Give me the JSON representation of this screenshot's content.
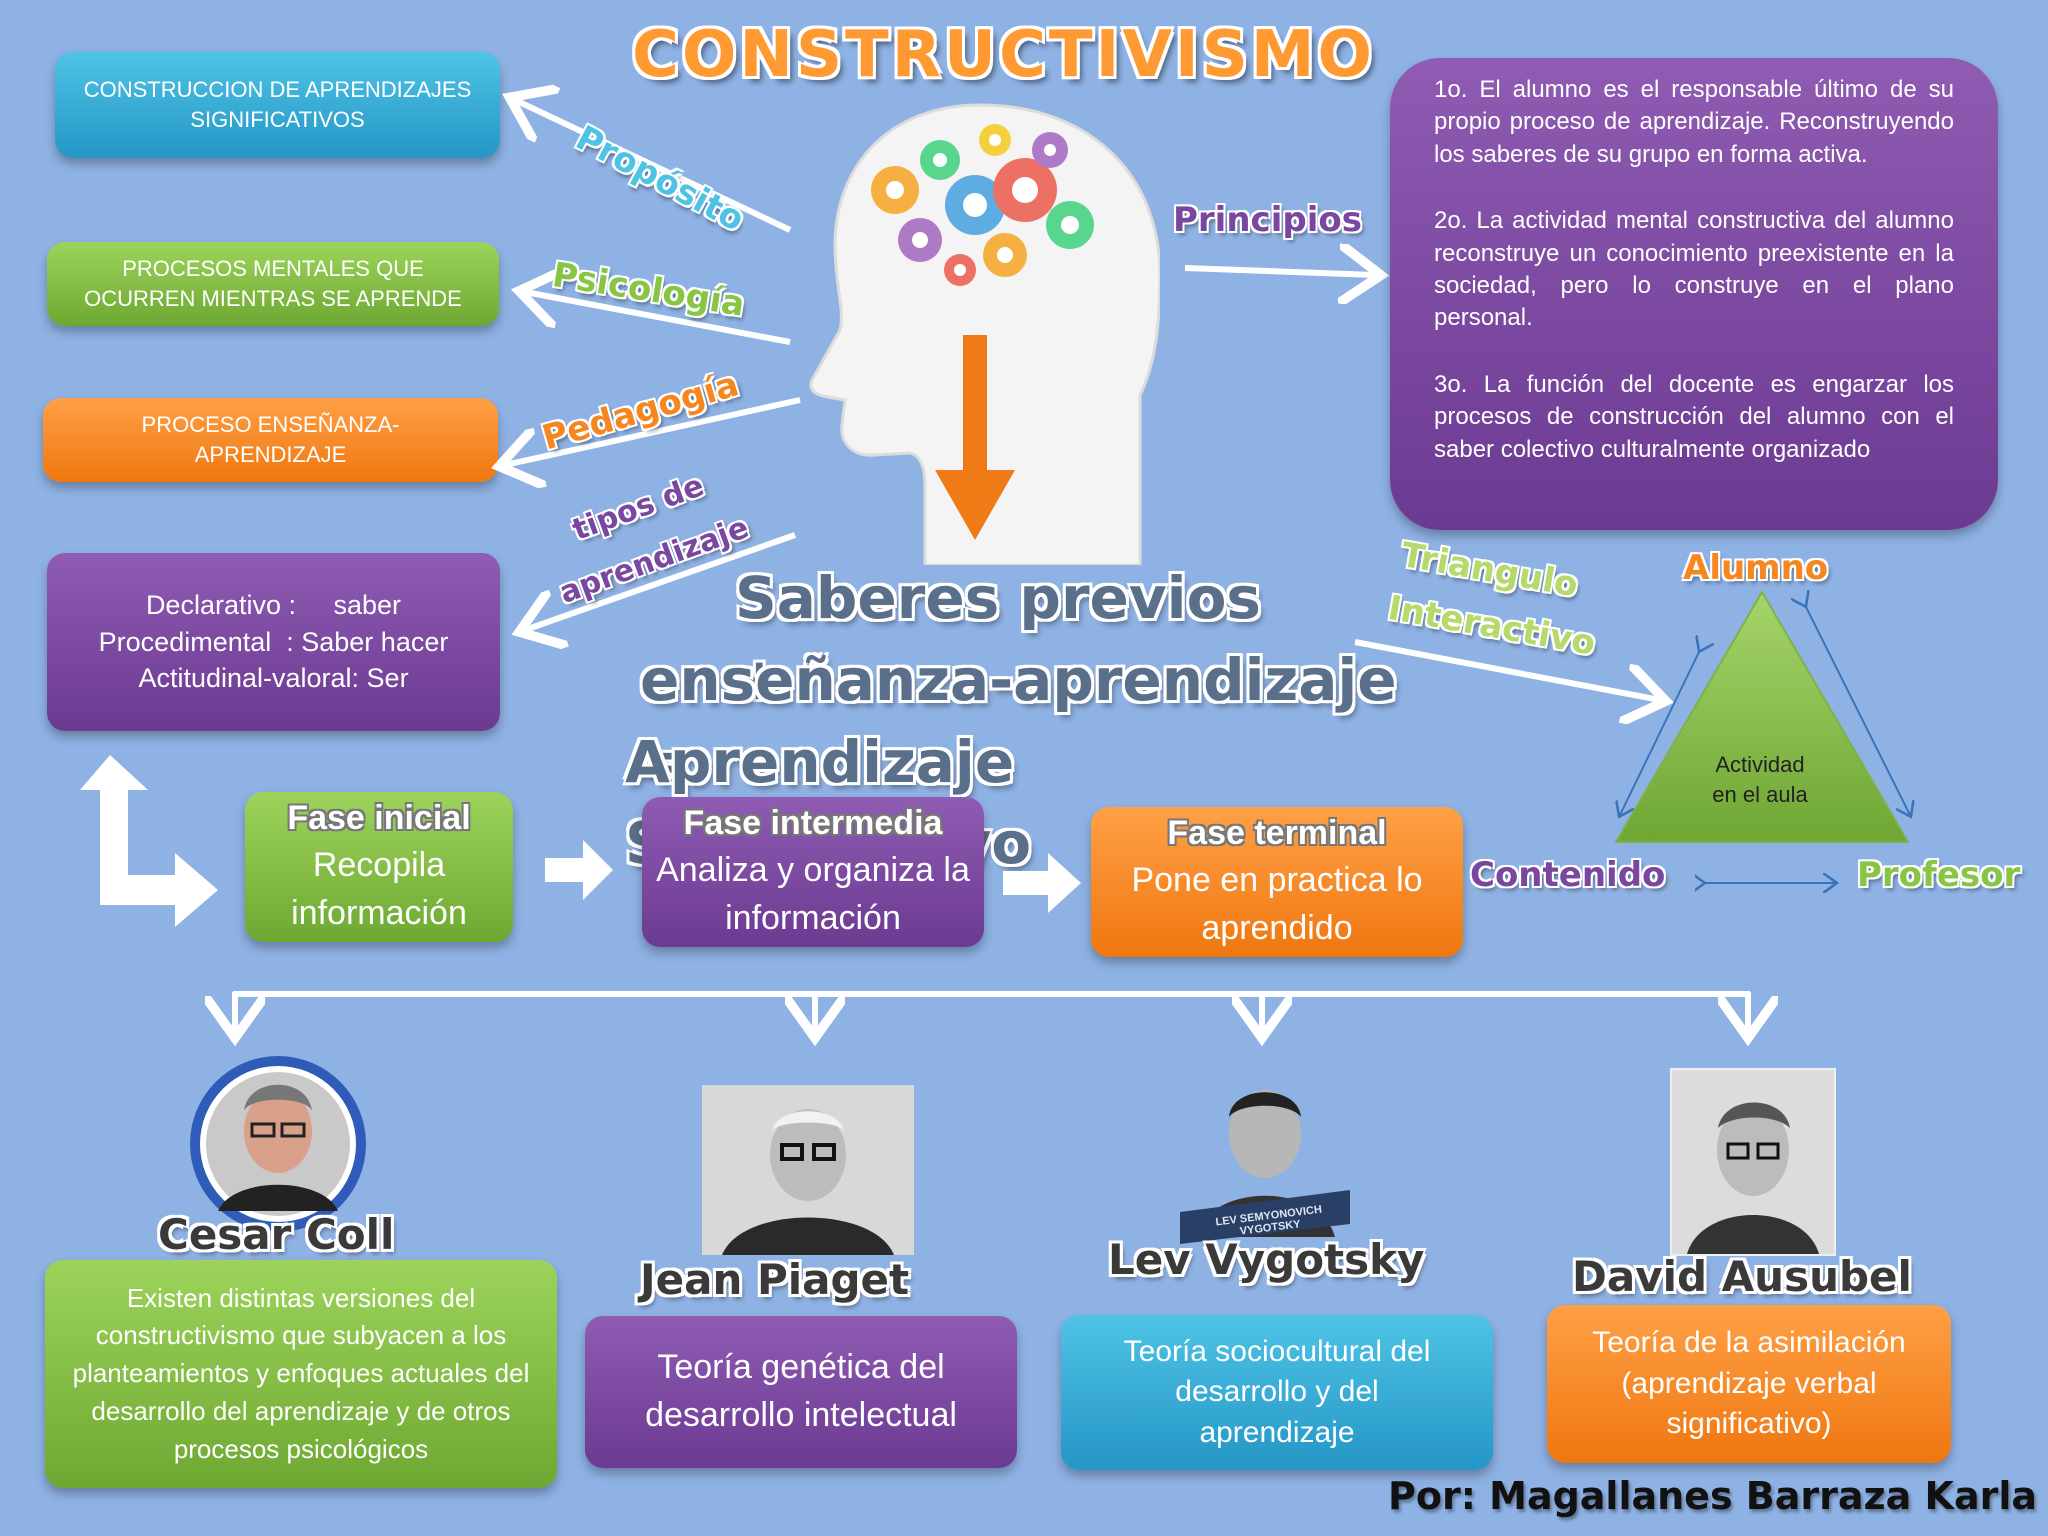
{
  "title": "CONSTRUCTIVISMO",
  "left_boxes": {
    "proposito": "CONSTRUCCION DE APRENDIZAJES SIGNIFICATIVOS",
    "psicologia": "PROCESOS MENTALES QUE OCURREN MIENTRAS SE  APRENDE",
    "pedagogia": "PROCESO ENSEÑANZA-APRENDIZAJE",
    "tipos": [
      "Declarativo :     saber",
      "Procedimental  : Saber hacer",
      "Actitudinal-valoral: Ser"
    ]
  },
  "labels": {
    "proposito": "Propósito",
    "psicologia": "Psicología",
    "pedagogia": "Pedagogía",
    "tipos_line1": "tipos de",
    "tipos_line2": "aprendizaje",
    "principios": "Principios",
    "triangulo_line1": "Triangulo",
    "triangulo_line2": "Interactivo"
  },
  "principios": [
    "1o. El alumno es el responsable último de su propio proceso de aprendizaje. Reconstruyendo los saberes de su grupo en forma activa.",
    "2o. La actividad mental constructiva del alumno reconstruye un conocimiento preexistente en la sociedad, pero lo construye en el plano personal.",
    "3o. La función del docente es engarzar los procesos de construcción del alumno con el saber colectivo culturalmente  organizado"
  ],
  "formula": {
    "line1": "Saberes previos +",
    "line2": "enseñanza-aprendizaje =",
    "line3": "Aprendizaje Significativo"
  },
  "triangle": {
    "top": "Alumno",
    "left": "Contenido",
    "right": "Profesor",
    "center_line1": "Actividad",
    "center_line2": "en el aula"
  },
  "phases": [
    {
      "title": "Fase inicial",
      "text": "Recopila información"
    },
    {
      "title": "Fase intermedia",
      "text": "Analiza y organiza la  información"
    },
    {
      "title": "Fase terminal",
      "text": "Pone en practica lo aprendido"
    }
  ],
  "authors": [
    {
      "name": "Cesar Coll",
      "text": "Existen distintas versiones del constructivismo que subyacen a los planteamientos y enfoques actuales del desarrollo del aprendizaje y de otros procesos psicológicos"
    },
    {
      "name": "Jean Piaget",
      "text": "Teoría genética del desarrollo intelectual"
    },
    {
      "name": "Lev Vygotsky",
      "text": "Teoría sociocultural del desarrollo y del aprendizaje",
      "photo_caption": "LEV SEMYONOVICH VYGOTSKY"
    },
    {
      "name": "David Ausubel",
      "text": "Teoría de la asimilación (aprendizaje verbal significativo)"
    }
  ],
  "credit": "Por: Magallanes Barraza Karla M.",
  "colors": {
    "background": "#8fb2e4",
    "blue": "#2ea6d3",
    "green": "#7dba3e",
    "orange": "#f6861f",
    "purple": "#7a47a0"
  }
}
